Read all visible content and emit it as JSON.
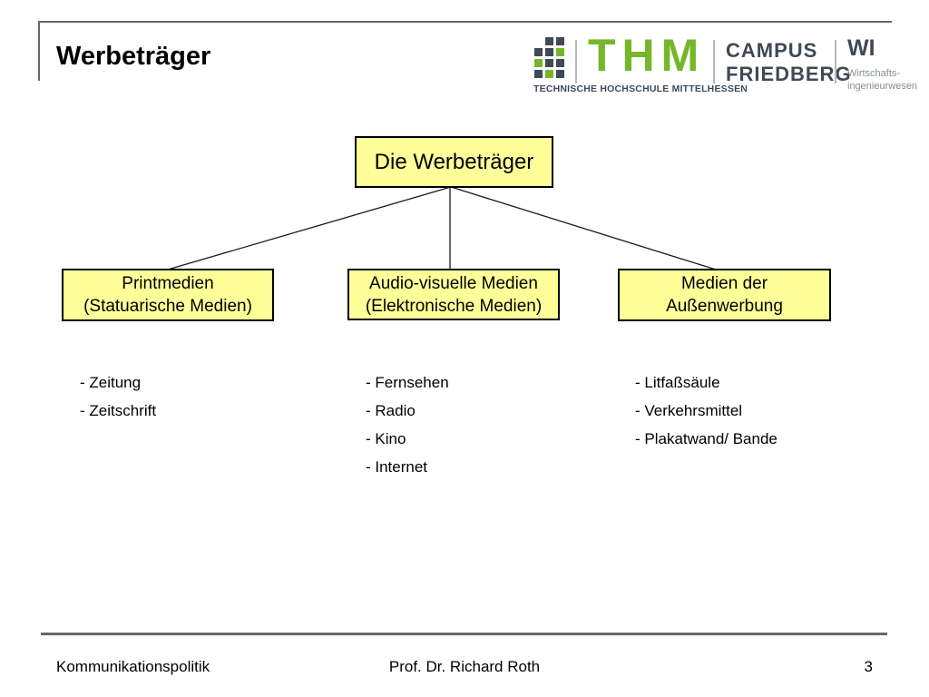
{
  "slide": {
    "title": "Werbeträger"
  },
  "logo": {
    "thm": "THM",
    "subtitle": "TECHNISCHE HOCHSCHULE MITTELHESSEN",
    "campus_line1": "CAMPUS",
    "campus_line2": "FRIEDBERG",
    "dept_abbr": "WI",
    "dept_line1": "Wirtschafts-",
    "dept_line2": "ingenieurwesen",
    "grid": [
      "011",
      "112",
      "211",
      "121"
    ],
    "colors": {
      "green": "#76b72a",
      "slate": "#3f4a55",
      "gray": "#848d96",
      "divider": "#b4babf"
    }
  },
  "diagram": {
    "root_label": "Die Werbeträger",
    "box_fill": "#ffff99",
    "box_border": "#000000",
    "branches": [
      {
        "title_line1": "Printmedien",
        "title_line2": "(Statuarische Medien)",
        "items": [
          "- Zeitung",
          "- Zeitschrift"
        ]
      },
      {
        "title_line1": "Audio-visuelle Medien",
        "title_line2": "(Elektronische Medien)",
        "items": [
          "- Fernsehen",
          "- Radio",
          "- Kino",
          "- Internet"
        ]
      },
      {
        "title_line1": "Medien der",
        "title_line2": "Außenwerbung",
        "items": [
          "- Litfaßsäule",
          "- Verkehrsmittel",
          "- Plakatwand/ Bande"
        ]
      }
    ]
  },
  "footer": {
    "left": "Kommunikationspolitik",
    "center": "Prof. Dr. Richard Roth",
    "page": "3",
    "rule_color": "#60696f"
  }
}
